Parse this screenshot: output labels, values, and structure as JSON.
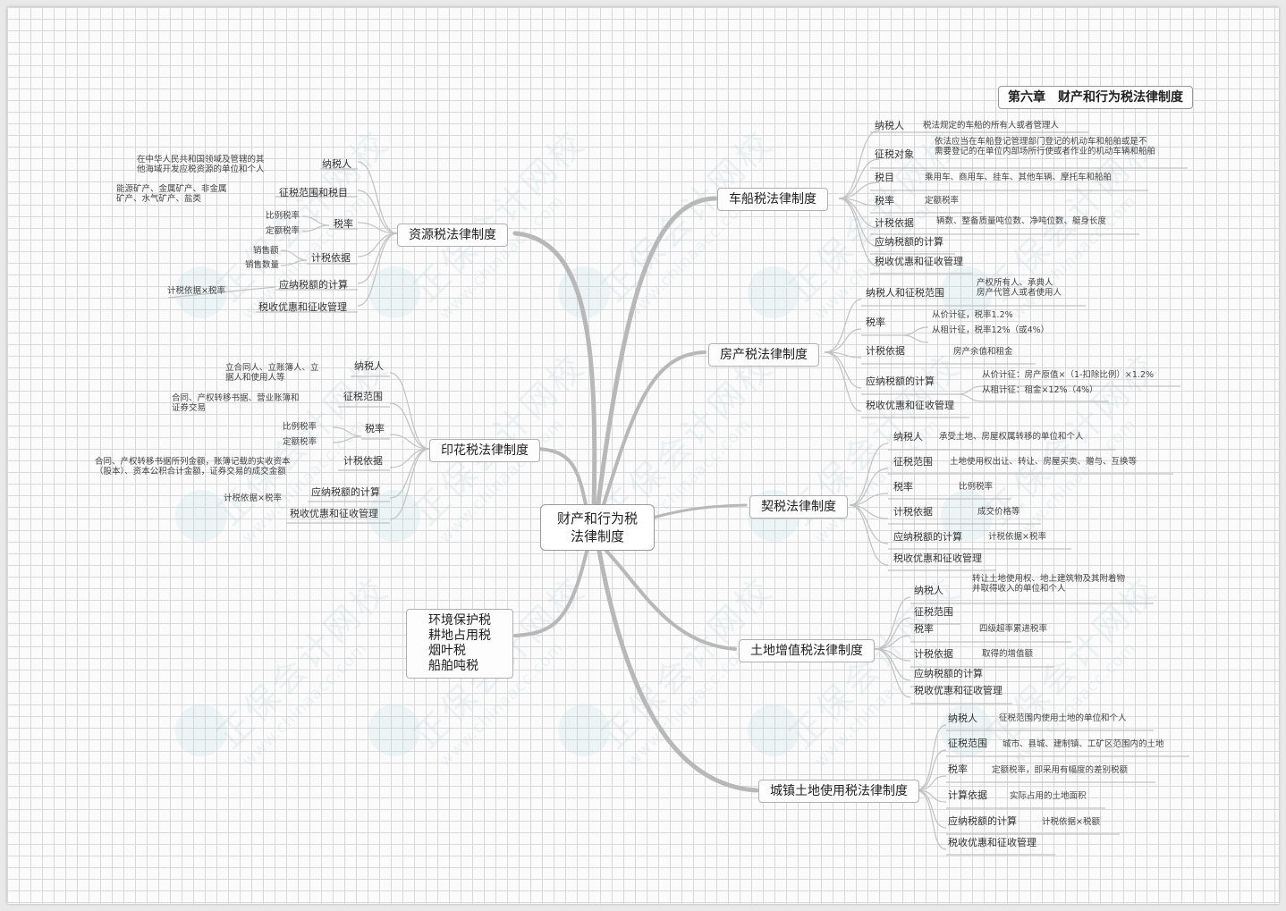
{
  "chapter_title": "第六章　财产和行为税法律制度",
  "center": "财产和行为税\n法律制度",
  "branches": {
    "resource": {
      "title": "资源税法律制度",
      "items": [
        "纳税人",
        "征税范围和税目",
        "税率",
        "计税依据",
        "应纳税额的计算",
        "税收优惠和征收管理"
      ],
      "details": {
        "taxpayer": "在中华人民共和国领域及管辖的其\n他海域开发应税资源的单位和个人",
        "scope": "能源矿产、金属矿产、非金属\n矿产、水气矿产、盐类",
        "rate_1": "比例税率",
        "rate_2": "定额税率",
        "basis_1": "销售额",
        "basis_2": "销售数量",
        "calc": "计税依据×税率"
      }
    },
    "stamp": {
      "title": "印花税法律制度",
      "items": [
        "纳税人",
        "征税范围",
        "税率",
        "计税依据",
        "应纳税额的计算",
        "税收优惠和征收管理"
      ],
      "details": {
        "taxpayer": "立合同人、立账簿人、立\n据人和使用人等",
        "scope": "合同、产权转移书据、营业账簿和\n证券交易",
        "rate_1": "比例税率",
        "rate_2": "定额税率",
        "basis": "合同、产权转移书据所列金额，账簿记载的实收资本\n（股本）、资本公积合计金额，证券交易的成交金额",
        "calc": "计税依据×税率"
      }
    },
    "others": {
      "title": "环境保护税\n耕地占用税\n烟叶税\n船舶吨税"
    },
    "vehicle": {
      "title": "车船税法律制度",
      "items": [
        "纳税人",
        "征税对象",
        "税目",
        "税率",
        "计税依据",
        "应纳税额的计算",
        "税收优惠和征收管理"
      ],
      "details": {
        "taxpayer": "税法规定的车船的所有人或者管理人",
        "object": "依法应当在车船登记管理部门登记的机动车和船舶或是不\n需要登记的在单位内部场所行使或者作业的机动车辆和船舶",
        "items": "乘用车、商用车、挂车、其他车辆、摩托车和船舶",
        "rate": "定额税率",
        "basis": "辆数、整备质量吨位数、净吨位数、艇身长度"
      }
    },
    "house": {
      "title": "房产税法律制度",
      "items": [
        "纳税人和征税范围",
        "税率",
        "计税依据",
        "应纳税额的计算",
        "税收优惠和征收管理"
      ],
      "details": {
        "taxpayer": "产权所有人、承典人\n房产代管人或者使用人",
        "rate_1": "从价计征，税率1.2%",
        "rate_2": "从租计征，税率12%（或4%）",
        "basis": "房产余值和租金",
        "calc_1": "从价计征：房产原值×（1-扣除比例）×1.2%",
        "calc_2": "从租计征：租金×12%（4%）"
      }
    },
    "deed": {
      "title": "契税法律制度",
      "items": [
        "纳税人",
        "征税范围",
        "税率",
        "计税依据",
        "应纳税额的计算",
        "税收优惠和征收管理"
      ],
      "details": {
        "taxpayer": "承受土地、房屋权属转移的单位和个人",
        "scope": "土地使用权出让、转让、房屋买卖、赠与、互换等",
        "rate": "比例税率",
        "basis": "成交价格等",
        "calc": "计税依据×税率"
      }
    },
    "land_vat": {
      "title": "土地增值税法律制度",
      "items": [
        "纳税人",
        "征税范围",
        "税率",
        "计税依据",
        "应纳税额的计算",
        "税收优惠和征收管理"
      ],
      "details": {
        "taxpayer": "转让土地使用权、地上建筑物及其附着物\n并取得收入的单位和个人",
        "rate": "四级超率累进税率",
        "basis": "取得的增值额"
      }
    },
    "urban_land": {
      "title": "城镇土地使用税法律制度",
      "items": [
        "纳税人",
        "征税范围",
        "税率",
        "计算依据",
        "应纳税额的计算",
        "税收优惠和征收管理"
      ],
      "details": {
        "taxpayer": "征税范围内使用土地的单位和个人",
        "scope": "城市、县城、建制镇、工矿区范围内的土地",
        "rate": "定额税率，即采用有幅度的差别税额",
        "basis": "实际占用的土地面积",
        "calc": "计税依据×税额"
      }
    }
  },
  "watermark": {
    "text": "正保会计网校",
    "url": "www.chinaacc.com"
  },
  "colors": {
    "main_link": "#b8b8b8",
    "sub_link": "#c2c2c2",
    "grid": "#d9d9d9",
    "background": "#fbfbfb"
  }
}
